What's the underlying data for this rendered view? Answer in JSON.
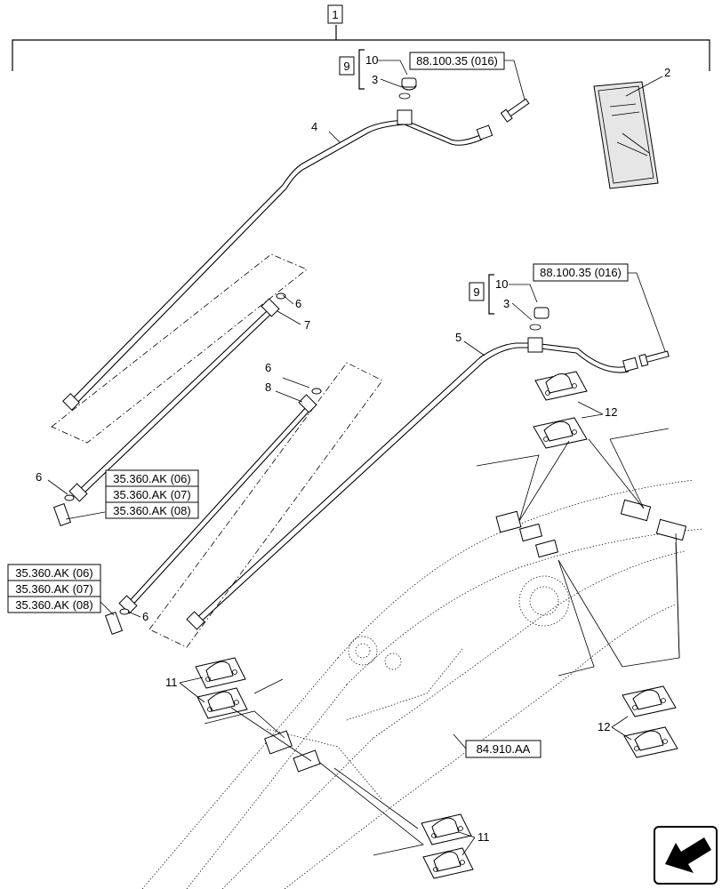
{
  "callouts": {
    "kit": "1",
    "manual": "2",
    "plug_a": "3",
    "plug_b": "3",
    "pipe_left": "4",
    "pipe_right": "5",
    "oring_a": "6",
    "oring_b": "6",
    "oring_c": "6",
    "oring_d": "6",
    "hose_7": "7",
    "hose_8": "8",
    "group_a": "9",
    "group_b": "9",
    "seal_a": "10",
    "seal_b": "10",
    "clamp_upper_left": "11",
    "clamp_lower": "11",
    "clamp_upper_right": "12",
    "clamp_lower_right": "12"
  },
  "references": {
    "bolt_ref_top": "88.100.35 (016)",
    "bolt_ref_right": "88.100.35 (016)",
    "coupler_refs_right": [
      "35.360.AK (06)",
      "35.360.AK (07)",
      "35.360.AK (08)"
    ],
    "coupler_refs_left": [
      "35.360.AK (06)",
      "35.360.AK (07)",
      "35.360.AK (08)"
    ],
    "boom_ref": "84.910.AA"
  },
  "icons": {
    "manual": "manual-book-icon",
    "nav_arrow": "return-arrow-icon"
  }
}
